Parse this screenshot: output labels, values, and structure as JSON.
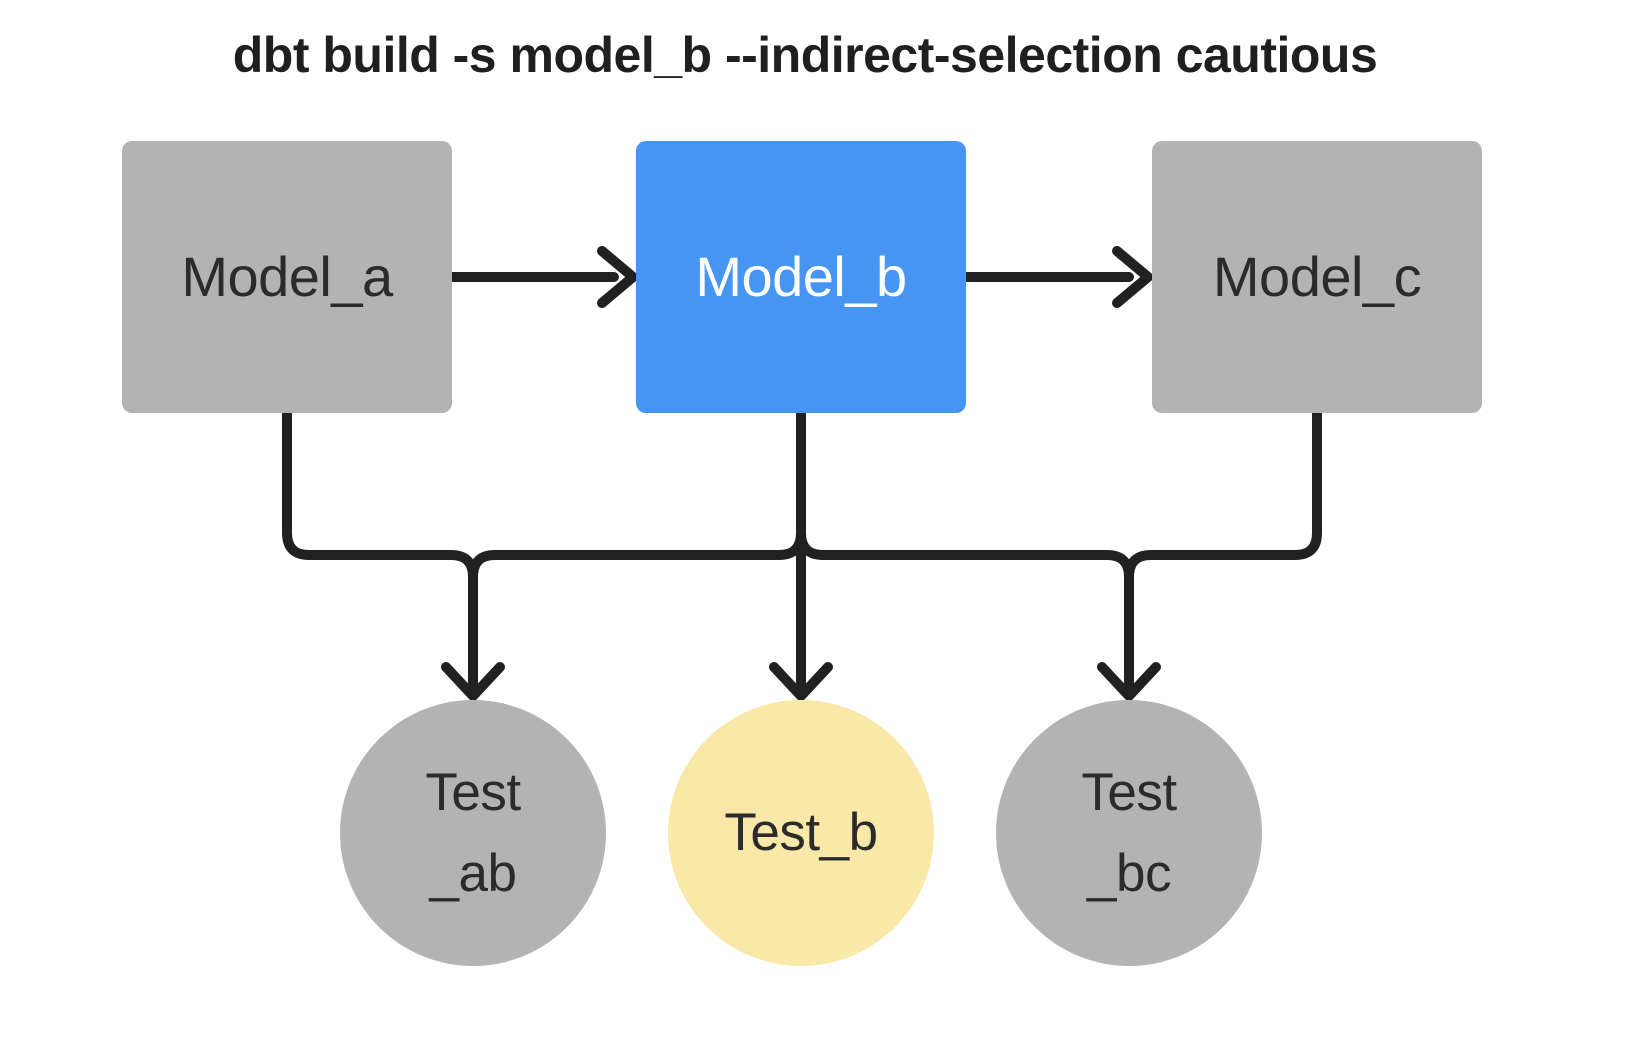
{
  "title": "dbt build -s model_b --indirect-selection cautious",
  "colors": {
    "background": "#ffffff",
    "edge": "#212121",
    "title_text": "#1f1f1f",
    "node_text_dark": "#2b2b2b",
    "node_text_light": "#ffffff",
    "model_unselected_fill": "#b3b3b3",
    "model_selected_fill": "#4695f2",
    "test_unselected_fill": "#b3b3b3",
    "test_indirect_fill": "#f9e8a7"
  },
  "nodes": {
    "model_a": {
      "label": "Model_a",
      "type": "model",
      "fill": "#b3b3b3"
    },
    "model_b": {
      "label": "Model_b",
      "type": "model",
      "fill": "#4695f2"
    },
    "model_c": {
      "label": "Model_c",
      "type": "model",
      "fill": "#b3b3b3"
    },
    "test_ab": {
      "label_line1": "Test",
      "label_line2": "_ab",
      "type": "test",
      "fill": "#b3b3b3"
    },
    "test_b": {
      "label": "Test_b",
      "type": "test",
      "fill": "#f9e8a7"
    },
    "test_bc": {
      "label_line1": "Test",
      "label_line2": "_bc",
      "type": "test",
      "fill": "#b3b3b3"
    }
  },
  "edges": [
    {
      "from": "model_a",
      "to": "model_b"
    },
    {
      "from": "model_b",
      "to": "model_c"
    },
    {
      "from": "model_a",
      "to": "test_ab"
    },
    {
      "from": "model_b",
      "to": "test_ab"
    },
    {
      "from": "model_b",
      "to": "test_b"
    },
    {
      "from": "model_b",
      "to": "test_bc"
    },
    {
      "from": "model_c",
      "to": "test_bc"
    }
  ]
}
